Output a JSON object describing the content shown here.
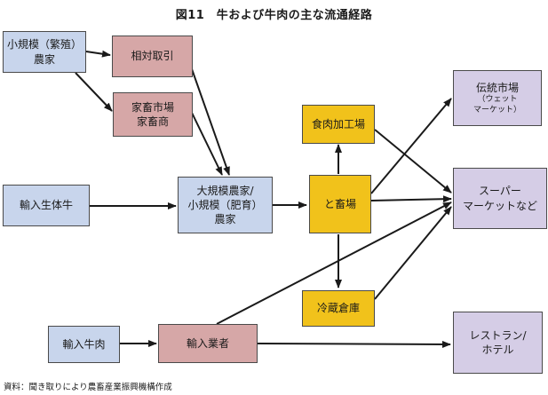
{
  "title": "図11　牛および牛肉の主な流通経路",
  "source": "資料：聞き取りにより農畜産業振興機構作成",
  "colors": {
    "producer": "#c8d5ec",
    "trade": "#d6a7a7",
    "processing": "#f1c21b",
    "retail": "#d5cde6",
    "arrow": "#1a1a1a"
  },
  "nodes": {
    "small_farm": {
      "line1": "小規模（繁殖）",
      "line2": "農家"
    },
    "direct_trade": {
      "line1": "相対取引"
    },
    "livestock_market": {
      "line1": "家畜市場",
      "line2": "家畜商"
    },
    "imported_cattle": {
      "line1": "輸入生体牛"
    },
    "fattening_farm": {
      "line1": "大規模農家/",
      "line2": "小規模（肥育）",
      "line3": "農家"
    },
    "meat_processing": {
      "line1": "食肉加工場"
    },
    "slaughterhouse": {
      "line1": "と畜場"
    },
    "cold_storage": {
      "line1": "冷蔵倉庫"
    },
    "traditional_market": {
      "line1": "伝統市場",
      "sub1": "（ウェット",
      "sub2": "マーケット）"
    },
    "supermarket": {
      "line1": "スーパー",
      "line2": "マーケットなど"
    },
    "imported_beef": {
      "line1": "輸入牛肉"
    },
    "importer": {
      "line1": "輸入業者"
    },
    "restaurant": {
      "line1": "レストラン/",
      "line2": "ホテル"
    }
  }
}
